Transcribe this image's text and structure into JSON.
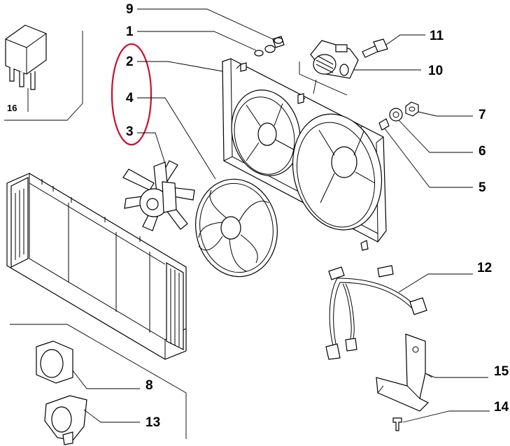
{
  "labels": {
    "l1": "1",
    "l2": "2",
    "l3": "3",
    "l4": "4",
    "l5": "5",
    "l6": "6",
    "l7": "7",
    "l8": "8",
    "l9": "9",
    "l10": "10",
    "l11": "11",
    "l12": "12",
    "l13": "13",
    "l14": "14",
    "l15": "15",
    "l16": "16"
  },
  "colors": {
    "line": "#000000",
    "highlight": "#c8102e",
    "background": "#ffffff"
  }
}
